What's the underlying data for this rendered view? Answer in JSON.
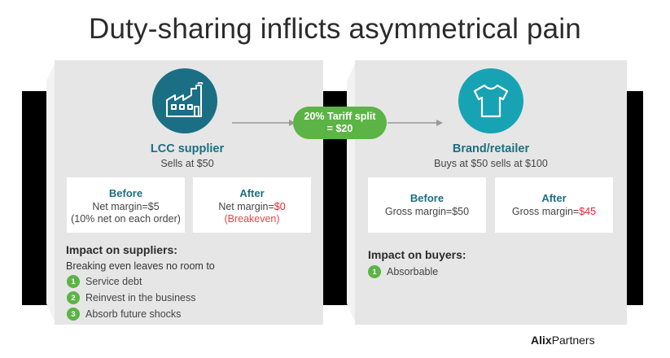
{
  "title": "Duty-sharing inflicts asymmetrical pain",
  "colors": {
    "teal": "#1a6f85",
    "green": "#5bb445",
    "red": "#e8262d",
    "panel": "#e6e6e6"
  },
  "supplier": {
    "icon": "factory-icon",
    "heading": "LCC supplier",
    "subheading": "Sells at $50",
    "before": {
      "label": "Before",
      "line1": "Net margin=$5",
      "line2": "(10% net on each order)"
    },
    "after": {
      "label": "After",
      "line1_prefix": "Net margin=",
      "line1_value": "$0",
      "line2": "(Breakeven)"
    },
    "impact_title": "Impact on suppliers:",
    "impact_subtitle": "Breaking even leaves no room to",
    "items": [
      {
        "num": "1",
        "text": "Service debt"
      },
      {
        "num": "2",
        "text": "Reinvest in the business"
      },
      {
        "num": "3",
        "text": "Absorb future shocks"
      }
    ]
  },
  "tariff": {
    "line1": "20% Tariff split",
    "line2": "= $20"
  },
  "buyer": {
    "icon": "tshirt-icon",
    "heading": "Brand/retailer",
    "subheading": "Buys at $50 sells at $100",
    "before": {
      "label": "Before",
      "line1": "Gross margin=$50"
    },
    "after": {
      "label": "After",
      "line1_prefix": "Gross margin=",
      "line1_value": "$45"
    },
    "impact_title": "Impact on buyers:",
    "items": [
      {
        "num": "1",
        "text": "Absorbable"
      }
    ]
  },
  "logo": {
    "bold": "Alix",
    "regular": "Partners"
  }
}
